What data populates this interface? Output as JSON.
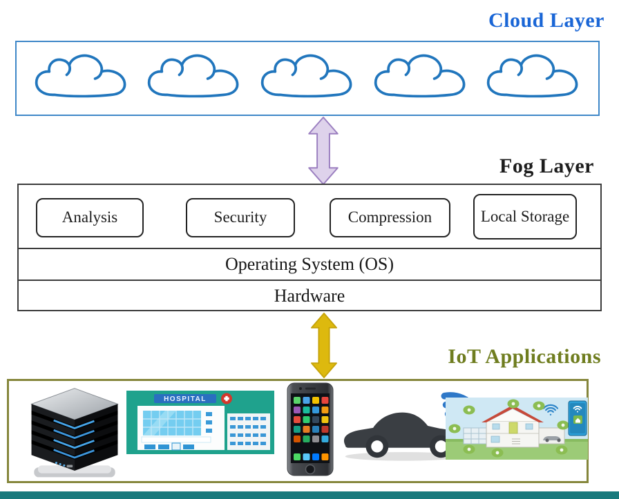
{
  "labels": {
    "cloud_layer": "Cloud Layer",
    "fog_layer": "Fog Layer",
    "iot_applications": "IoT Applications"
  },
  "fog": {
    "services": [
      "Analysis",
      "Security",
      "Compression",
      "Local Storage"
    ],
    "os_row": "Operating System (OS)",
    "hardware_row": "Hardware"
  },
  "iot": {
    "hospital_sign": "HOSPITAL",
    "items": [
      "server",
      "hospital-building",
      "smartphone",
      "connected-car",
      "smart-home"
    ]
  },
  "colors": {
    "cloud_label_text": "#1a66d6",
    "cloud_box_border": "#3e87c8",
    "cloud_outline": "#2176bd",
    "fog_box_border": "#3b3b3b",
    "purple_arrow_fill": "#ded2eb",
    "purple_arrow_stroke": "#9b7fc0",
    "yellow_arrow_fill": "#ddb90e",
    "yellow_arrow_stroke": "#c5a30a",
    "iot_box_border": "#85863b",
    "iot_label_text": "#6f7d1f",
    "hospital_teal": "#1fa28d",
    "wifi_blue": "#2e78c8",
    "bottom_bar_teal": "#197a7d"
  }
}
